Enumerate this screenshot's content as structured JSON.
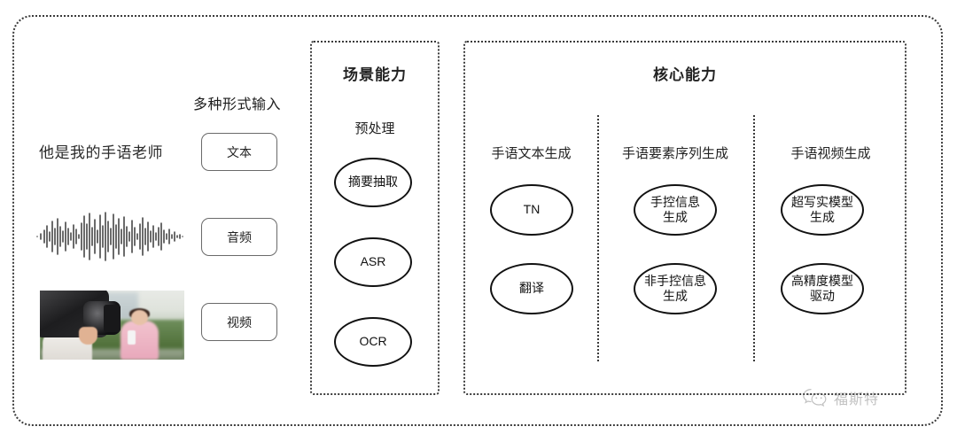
{
  "diagram": {
    "input_section": {
      "heading": "多种形式输入",
      "sample_text": "他是我的手语老师",
      "buttons": [
        {
          "label": "文本",
          "name": "btn-text"
        },
        {
          "label": "音频",
          "name": "btn-audio"
        },
        {
          "label": "视频",
          "name": "btn-video"
        }
      ],
      "media": {
        "waveform_alt": "audio-waveform",
        "video_alt": "video-thumbnail-camera-operator-reporter"
      }
    },
    "scene_panel": {
      "title": "场景能力",
      "sub_label": "预处理",
      "nodes": [
        {
          "label": "摘要抽取"
        },
        {
          "label": "ASR"
        },
        {
          "label": "OCR"
        }
      ]
    },
    "core_panel": {
      "title": "核心能力",
      "columns": [
        {
          "label": "手语文本生成",
          "nodes": [
            {
              "label": "TN"
            },
            {
              "label": "翻译"
            }
          ]
        },
        {
          "label": "手语要素序列生成",
          "nodes": [
            {
              "label": "手控信息\n生成"
            },
            {
              "label": "非手控信息\n生成"
            }
          ]
        },
        {
          "label": "手语视频生成",
          "nodes": [
            {
              "label": "超写实模型\n生成"
            },
            {
              "label": "高精度模型\n驱动"
            }
          ]
        }
      ]
    },
    "watermark": {
      "text": "福斯特",
      "icon": "wechat-icon"
    },
    "colors": {
      "background": "#ffffff",
      "border_dotted": "#3b3b3b",
      "node_stroke": "#111111",
      "text": "#1f1f1f",
      "button_stroke": "#6a6a6a",
      "watermark_text": "#6d6d6d"
    }
  }
}
